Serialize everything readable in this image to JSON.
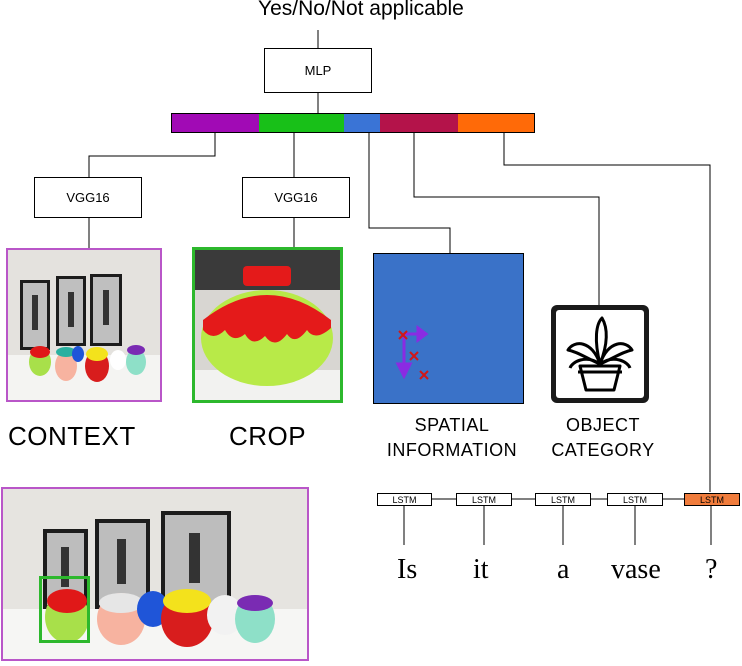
{
  "output_label": "Yes/No/Not applicable",
  "mlp_label": "MLP",
  "vgg_context_label": "VGG16",
  "vgg_crop_label": "VGG16",
  "labels": {
    "context": "CONTEXT",
    "crop": "CROP",
    "spatial_line1": "SPATIAL",
    "spatial_line2": "INFORMATION",
    "object_line1": "OBJECT",
    "object_line2": "CATEGORY"
  },
  "lstm_label": "LSTM",
  "question_words": [
    "Is",
    "it",
    "a",
    "vase",
    "?"
  ],
  "colors": {
    "context": "#a10ab5",
    "crop": "#18c018",
    "spatial": "#3a74d6",
    "category": "#b4134a",
    "question": "#ff6a08",
    "spatial_box": "#3a72c8",
    "context_frame": "#b956c8",
    "crop_frame": "#2db82d"
  }
}
